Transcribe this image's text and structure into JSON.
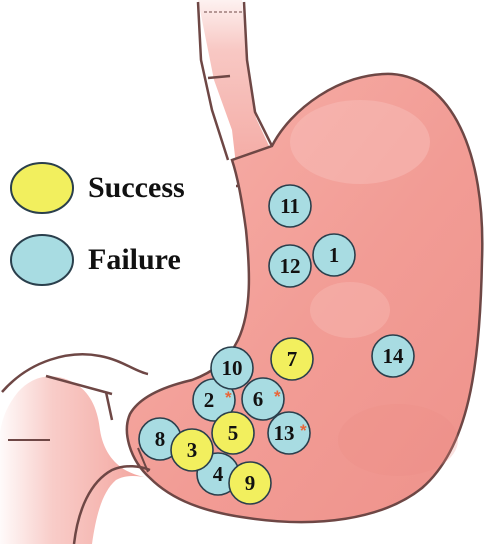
{
  "legend": {
    "success": {
      "label": "Success",
      "color": "#f2ef5e"
    },
    "failure": {
      "label": "Failure",
      "color": "#a8dce2"
    }
  },
  "colors": {
    "stomach_fill": "#f3a39c",
    "stomach_outline": "#6e4745",
    "marker_outline": "#2a3f4c",
    "star": "#e8663a"
  },
  "markers": [
    {
      "id": "1",
      "label": "1",
      "outcome": "failure",
      "star": false
    },
    {
      "id": "2",
      "label": "2",
      "outcome": "failure",
      "star": true,
      "star_text": "*"
    },
    {
      "id": "3",
      "label": "3",
      "outcome": "success",
      "star": false
    },
    {
      "id": "4",
      "label": "4",
      "outcome": "failure",
      "star": false
    },
    {
      "id": "5",
      "label": "5",
      "outcome": "success",
      "star": false
    },
    {
      "id": "6",
      "label": "6",
      "outcome": "failure",
      "star": true,
      "star_text": "*"
    },
    {
      "id": "7",
      "label": "7",
      "outcome": "success",
      "star": false
    },
    {
      "id": "8",
      "label": "8",
      "outcome": "failure",
      "star": false
    },
    {
      "id": "9",
      "label": "9",
      "outcome": "success",
      "star": false
    },
    {
      "id": "10",
      "label": "10",
      "outcome": "failure",
      "star": false
    },
    {
      "id": "11",
      "label": "11",
      "outcome": "failure",
      "star": false
    },
    {
      "id": "12",
      "label": "12",
      "outcome": "failure",
      "star": false
    },
    {
      "id": "13",
      "label": "13",
      "outcome": "failure",
      "star": true,
      "star_text": "*"
    },
    {
      "id": "14",
      "label": "14",
      "outcome": "failure",
      "star": false
    }
  ]
}
